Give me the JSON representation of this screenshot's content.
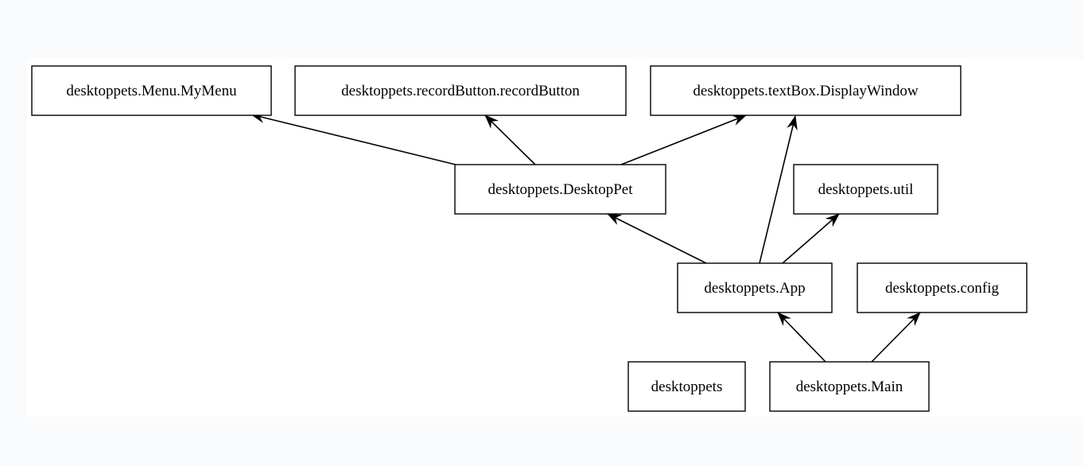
{
  "diagram": {
    "type": "dependency-graph",
    "edge_style": "arrow",
    "colors": {
      "background": "#ffffff",
      "border": "#000000",
      "text": "#000000"
    },
    "nodes": [
      {
        "id": "menu",
        "label": "desktoppets.Menu.MyMenu"
      },
      {
        "id": "record",
        "label": "desktoppets.recordButton.recordButton"
      },
      {
        "id": "textbox",
        "label": "desktoppets.textBox.DisplayWindow"
      },
      {
        "id": "pet",
        "label": "desktoppets.DesktopPet"
      },
      {
        "id": "util",
        "label": "desktoppets.util"
      },
      {
        "id": "app",
        "label": "desktoppets.App"
      },
      {
        "id": "config",
        "label": "desktoppets.config"
      },
      {
        "id": "root",
        "label": "desktoppets"
      },
      {
        "id": "main",
        "label": "desktoppets.Main"
      }
    ],
    "edges": [
      {
        "from": "pet",
        "to": "menu"
      },
      {
        "from": "pet",
        "to": "record"
      },
      {
        "from": "pet",
        "to": "textbox"
      },
      {
        "from": "app",
        "to": "pet"
      },
      {
        "from": "app",
        "to": "textbox"
      },
      {
        "from": "app",
        "to": "util"
      },
      {
        "from": "main",
        "to": "app"
      },
      {
        "from": "main",
        "to": "config"
      }
    ]
  }
}
